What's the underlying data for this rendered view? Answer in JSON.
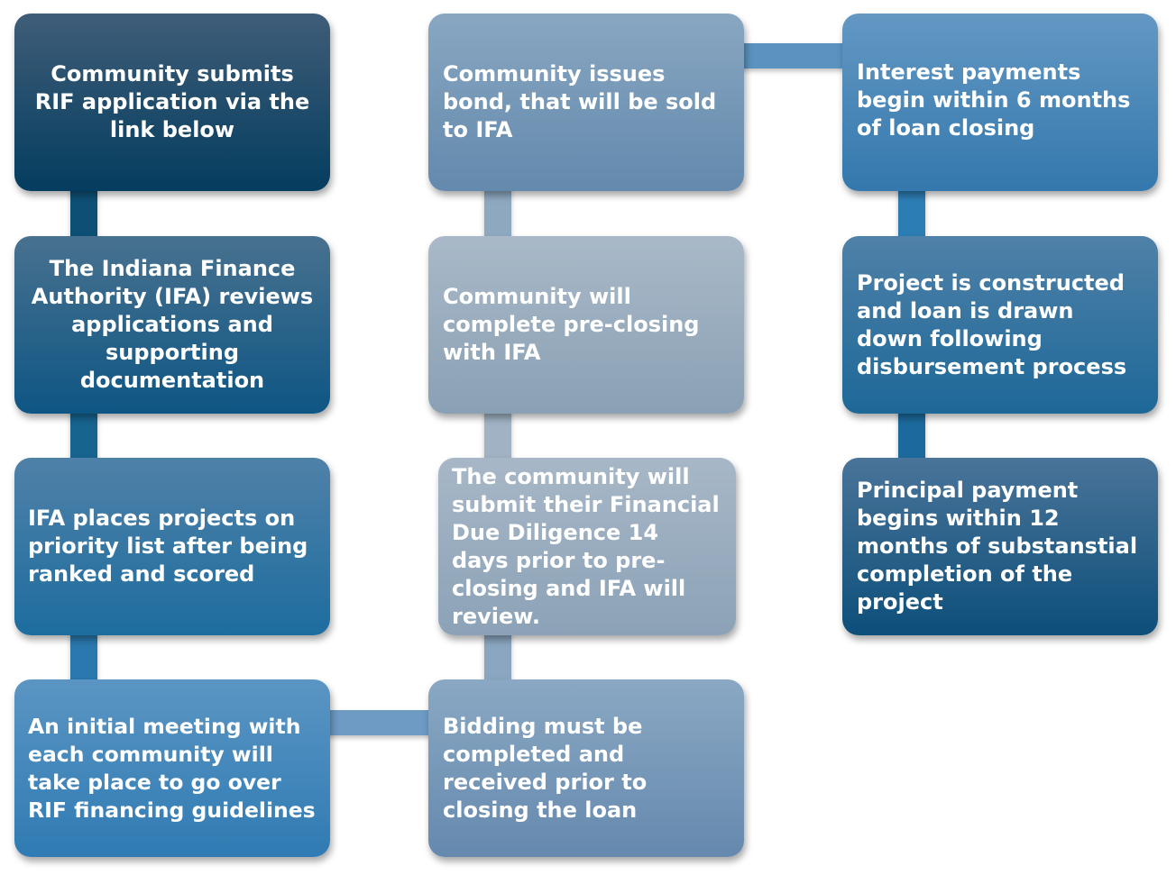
{
  "diagram": {
    "title": "RIF loan process flow",
    "steps": [
      {
        "id": 1,
        "text": "Community submits RIF application via the link below",
        "color": "#1f4d6e"
      },
      {
        "id": 2,
        "text": "The Indiana Finance Authority (IFA) reviews applications and supporting documentation",
        "color": "#1d5a84"
      },
      {
        "id": 3,
        "text": "IFA places projects on priority list after being ranked and scored",
        "color": "#2c77a5"
      },
      {
        "id": 4,
        "text": "An initial meeting with each community will take place to go over RIF financing guidelines",
        "color": "#4487bb"
      },
      {
        "id": 5,
        "text": "Bidding must be completed and received prior to closing the loan",
        "color": "#7798b8"
      },
      {
        "id": 6,
        "text": "The community will submit their Financial Due Diligence 14 days prior to pre-closing and IFA will review.",
        "color": "#9aadbf"
      },
      {
        "id": 7,
        "text": "Community will complete pre-closing with IFA",
        "color": "#9aadbe"
      },
      {
        "id": 8,
        "text": "Community issues bond, that will be sold to IFA",
        "color": "#7698b7"
      },
      {
        "id": 9,
        "text": "Interest payments begin within 6 months of loan closing",
        "color": "#4b88b8"
      },
      {
        "id": 10,
        "text": "Project is constructed and loan is drawn down following disbursement process",
        "color": "#3674a0"
      },
      {
        "id": 11,
        "text": "Principal payment begins within 12 months of substanstial completion of the project",
        "color": "#2b618a"
      }
    ],
    "connections": [
      {
        "from": 1,
        "to": 2
      },
      {
        "from": 2,
        "to": 3
      },
      {
        "from": 3,
        "to": 4
      },
      {
        "from": 4,
        "to": 5
      },
      {
        "from": 5,
        "to": 6
      },
      {
        "from": 6,
        "to": 7
      },
      {
        "from": 7,
        "to": 8
      },
      {
        "from": 8,
        "to": 9
      },
      {
        "from": 9,
        "to": 10
      },
      {
        "from": 10,
        "to": 11
      }
    ]
  }
}
